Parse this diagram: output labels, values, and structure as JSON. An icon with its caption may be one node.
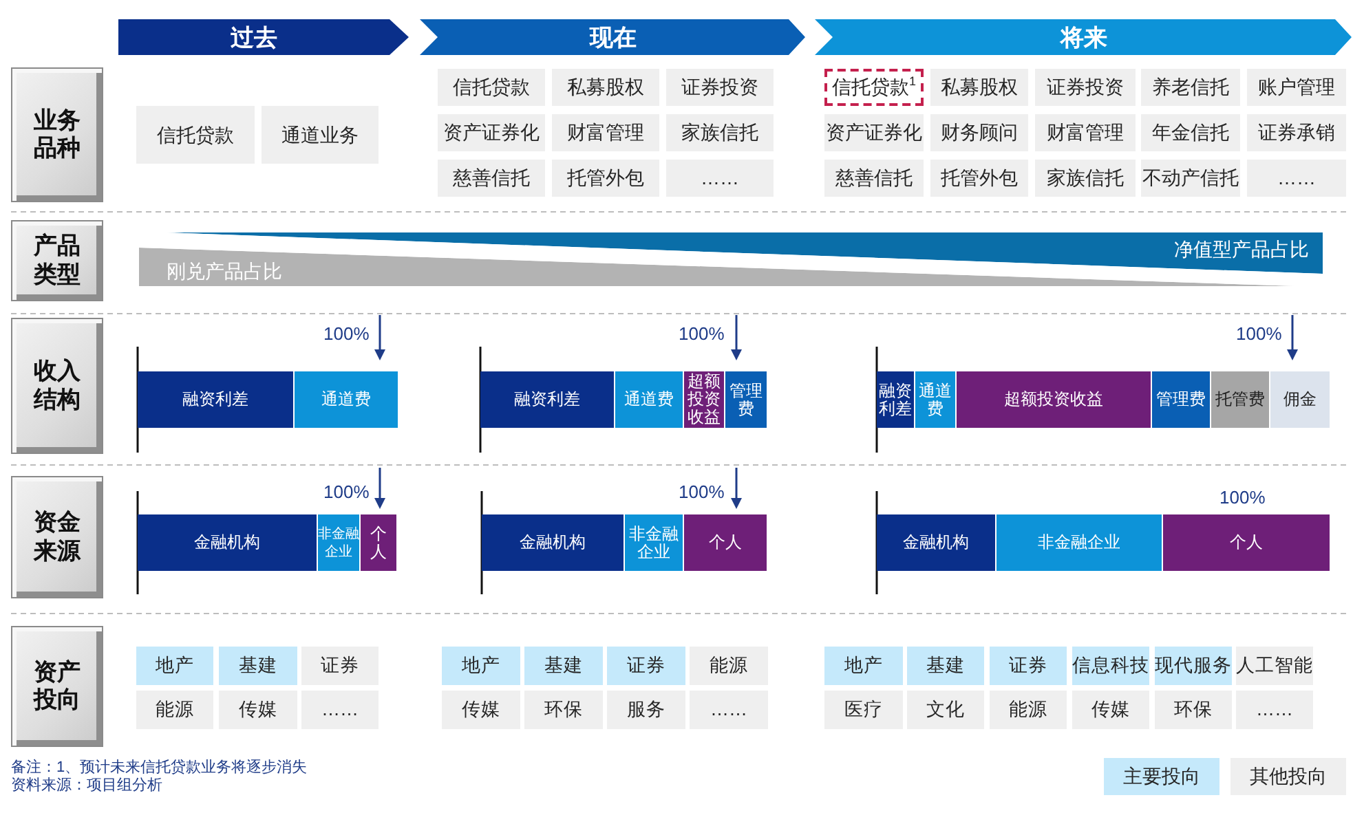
{
  "diagram": {
    "nodes": [
      {
        "text": [
          "过去"
        ]
      },
      {
        "text": [
          "现在"
        ]
      },
      {
        "text": [
          "将来"
        ]
      },
      {
        "text": [
          "业务品种"
        ]
      },
      {
        "text": [
          "信托贷款"
        ]
      },
      {
        "text": [
          "通道业务"
        ]
      },
      {
        "text": [
          "信托贷款"
        ]
      },
      {
        "text": [
          "私募股权"
        ]
      },
      {
        "text": [
          "证券投资"
        ]
      },
      {
        "text": [
          "资产证券化"
        ]
      },
      {
        "text": [
          "财富管理"
        ]
      },
      {
        "text": [
          "家族信托"
        ]
      },
      {
        "text": [
          "慈善信托"
        ]
      },
      {
        "text": [
          "托管外包"
        ]
      },
      {
        "text": [
          "……"
        ]
      },
      {
        "text": [
          "信托贷款$^{1}$"
        ]
      },
      {
        "text": [
          "私募股权"
        ]
      },
      {
        "text": [
          "证券投资"
        ]
      },
      {
        "text": [
          "养老信托"
        ]
      },
      {
        "text": [
          "账户管理"
        ]
      },
      {
        "text": [
          "资产证券化"
        ]
      },
      {
        "text": [
          "财务顾问"
        ]
      },
      {
        "text": [
          "财富管理"
        ]
      },
      {
        "text": [
          "年金信托"
        ]
      },
      {
        "text": [
          "证券承销"
        ]
      },
      {
        "text": [
          "慈善信托"
        ]
      },
      {
        "text": [
          "托管外包"
        ]
      },
      {
        "text": [
          "家族信托"
        ]
      },
      {
        "text": [
          "不动产信托"
        ]
      },
      {
        "text": [
          "……"
        ]
      },
      {
        "text": [
          "产品类型"
        ]
      },
      {
        "text": [
          "刚兑产品占比"
        ]
      },
      {
        "text": [
          "净值型产品占比"
        ]
      },
      {
        "text": [
          "收入结构"
        ]
      },
      {
        "text": [
          "融资利差"
        ]
      },
      {
        "text": [
          "通道费"
        ]
      },
      {
        "text": [
          "融资利差"
        ]
      },
      {
        "text": [
          "通道费"
        ]
      },
      {
        "text": [
          "超额投资收益"
        ]
      },
      {
        "text": [
          "管理费"
        ]
      },
      {
        "text": [
          "融资利差"
        ]
      },
      {
        "text": [
          "通道费"
        ]
      },
      {
        "text": [
          "超额投资收益"
        ]
      },
      {
        "text": [
          "管理费"
        ]
      },
      {
        "text": [
          "托管费"
        ]
      },
      {
        "text": [
          "佣金"
        ]
      },
      {
        "text": [
          "资金来源"
        ]
      },
      {
        "text": [
          "金融机构"
        ]
      },
      {
        "text": [
          "非金融企业"
        ]
      },
      {
        "text": [
          "个人"
        ]
      },
      {
        "text": [
          "金融机构"
        ]
      },
      {
        "text": [
          "非金融企业"
        ]
      },
      {
        "text": [
          "个人"
        ]
      },
      {
        "text": [
          "金融机构"
        ]
      },
      {
        "text": [
          "非金融企业"
        ]
      },
      {
        "text": [
          "个人"
        ]
      },
      {
        "text": [
          "资产投向"
        ]
      },
      {
        "text": [
          "地产"
        ]
      },
      {
        "text": [
          "基建"
        ]
      },
      {
        "text": [
          "证券"
        ]
      },
      {
        "text": [
          "能源"
        ]
      },
      {
        "text": [
          "传媒"
        ]
      },
      {
        "text": [
          "……"
        ]
      },
      {
        "text": [
          "地产"
        ]
      },
      {
        "text": [
          "基建"
        ]
      },
      {
        "text": [
          "证券"
        ]
      },
      {
        "text": [
          "能源"
        ]
      },
      {
        "text": [
          "传媒"
        ]
      },
      {
        "text": [
          "环保"
        ]
      },
      {
        "text": [
          "服务"
        ]
      },
      {
        "text": [
          "……"
        ]
      },
      {
        "text": [
          "地产"
        ]
      },
      {
        "text": [
          "基建"
        ]
      },
      {
        "text": [
          "证券"
        ]
      },
      {
        "text": [
          "信息科技"
        ]
      },
      {
        "text": [
          "现代服务"
        ]
      },
      {
        "text": [
          "人工智能"
        ]
      },
      {
        "text": [
          "医疗"
        ]
      },
      {
        "text": [
          "文化"
        ]
      },
      {
        "text": [
          "能源"
        ]
      },
      {
        "text": [
          "传媒"
        ]
      },
      {
        "text": [
          "环保"
        ]
      },
      {
        "text": [
          "……"
        ]
      }
    ],
    "labels": [
      "100%",
      "100%",
      "100%",
      "100%",
      "100%",
      "100%",
      "备注：1、预计未来信托贷款业务将逐步消失",
      "资料来源：项目组分析"
    ],
    "legend": [
      {
        "text": "主要投向",
        "color": "#c5e9fb"
      },
      {
        "text": "其他投向",
        "color": "#efefef"
      }
    ]
  }
}
